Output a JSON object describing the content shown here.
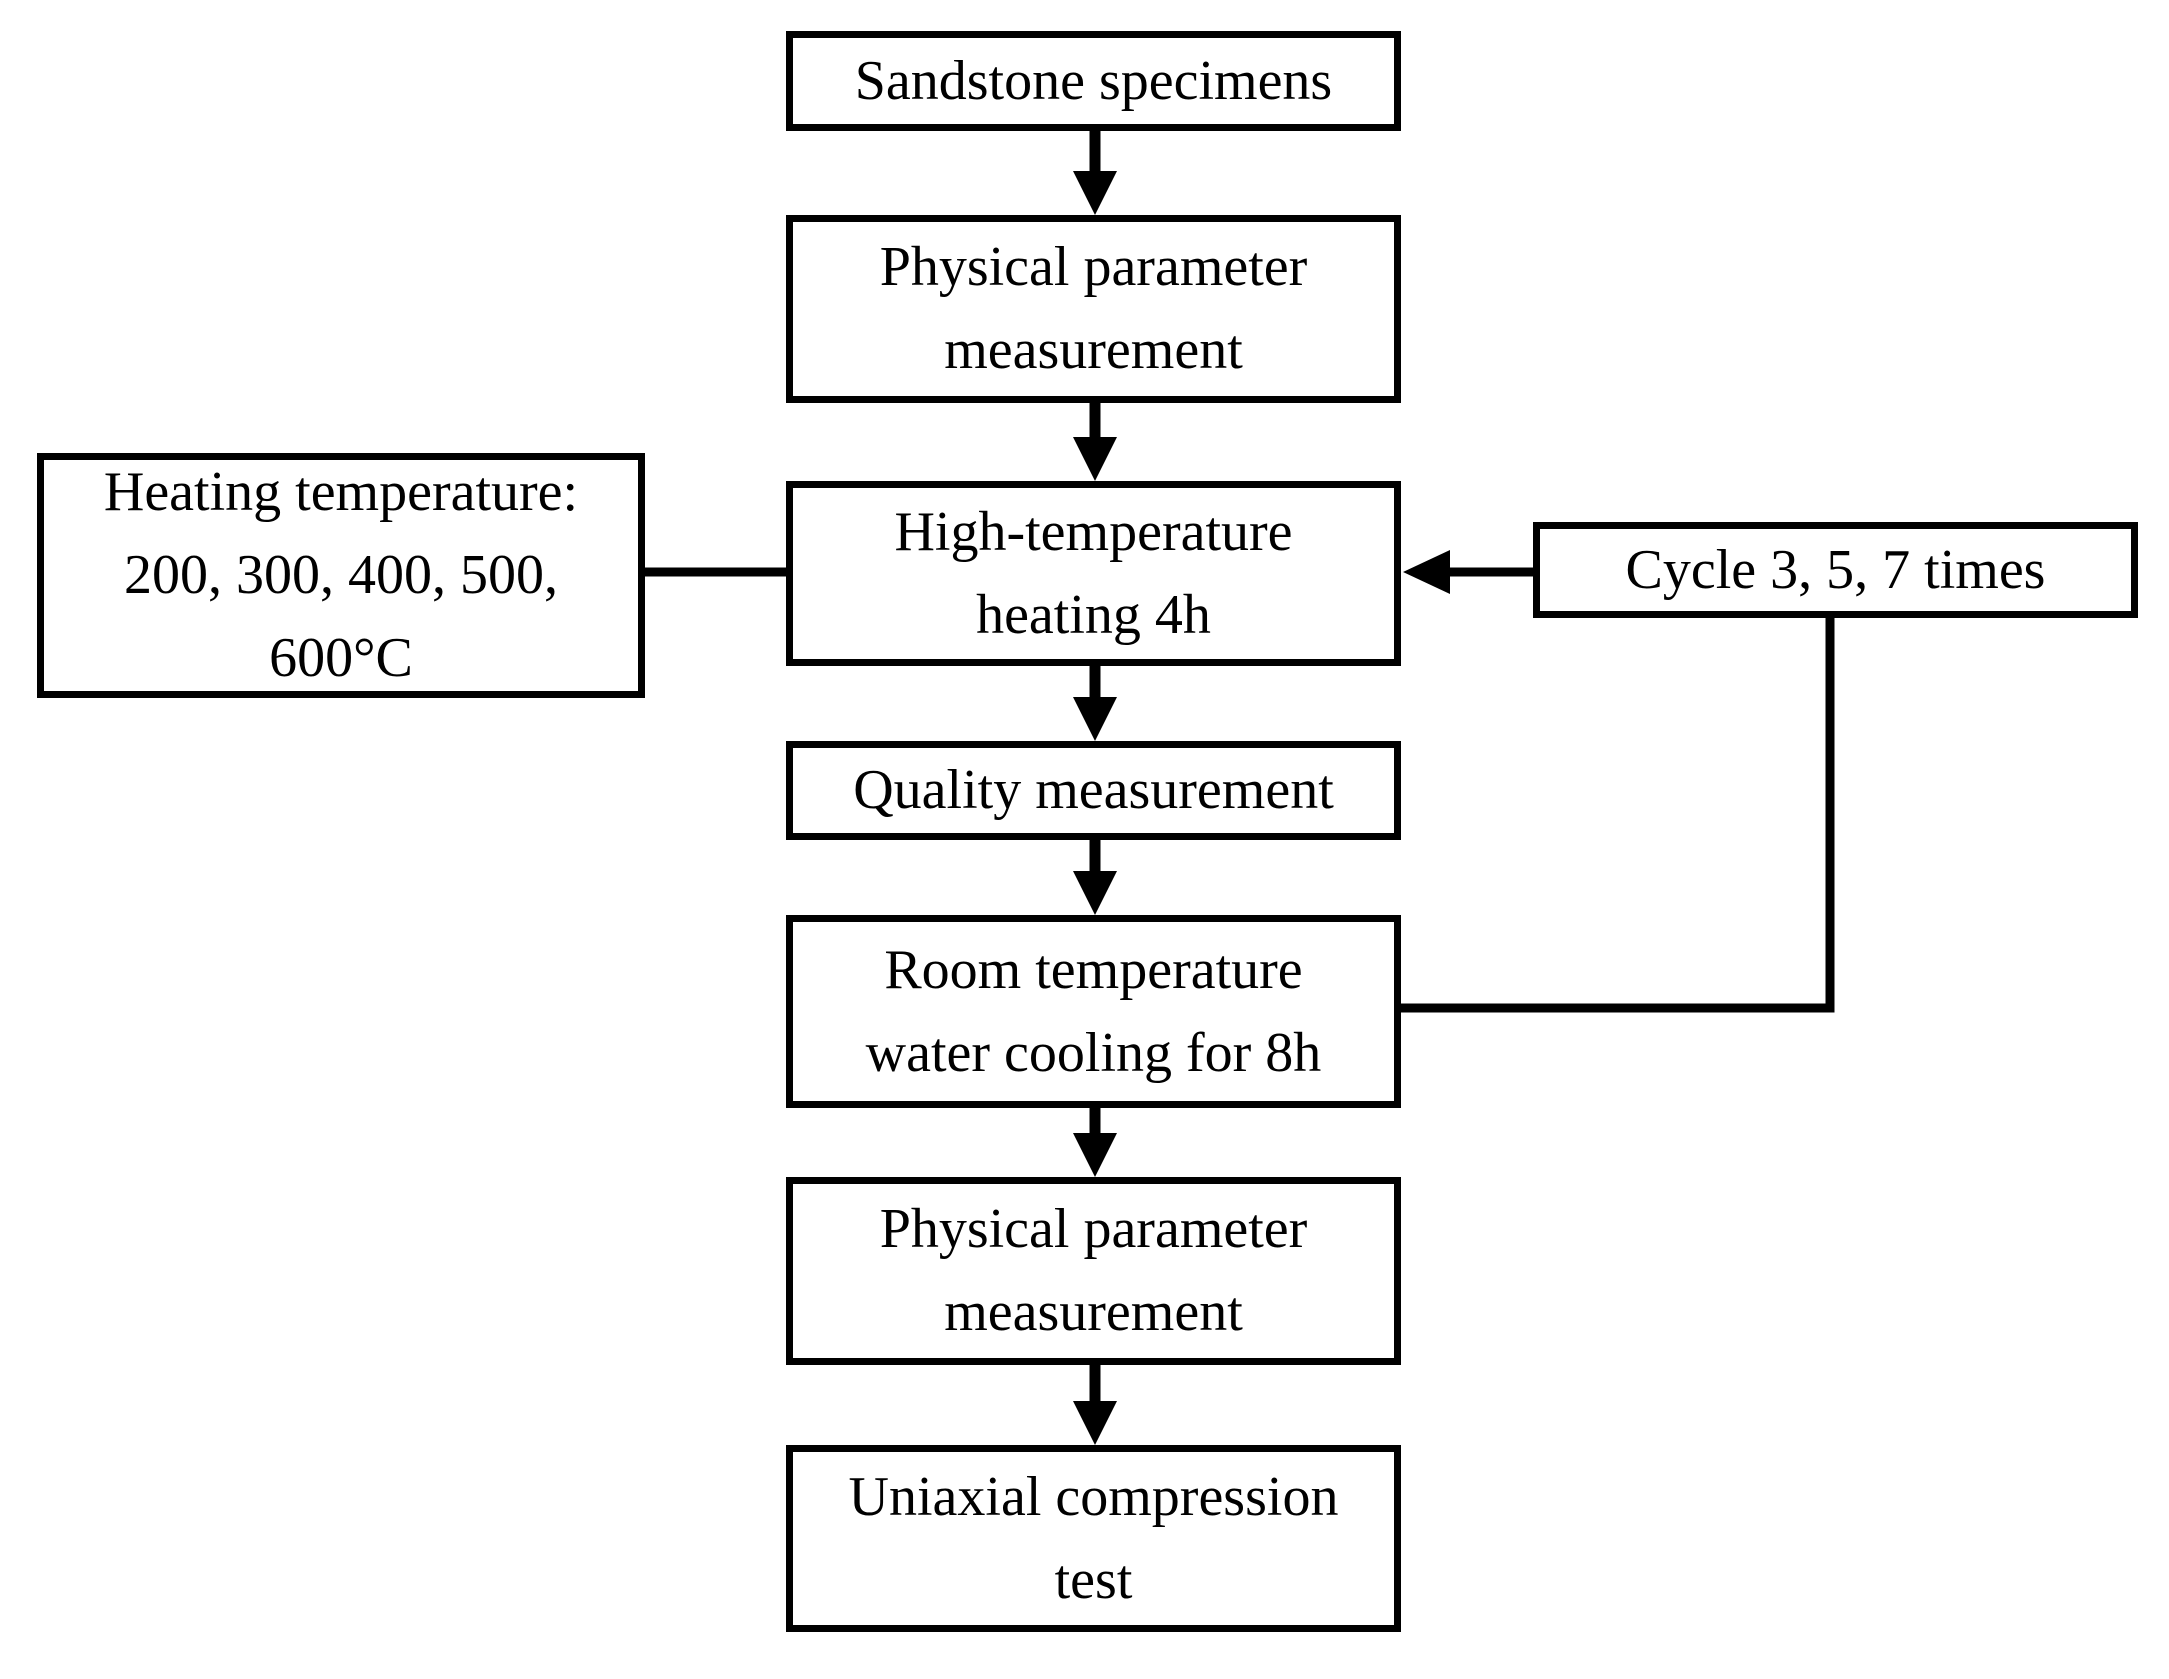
{
  "diagram": {
    "type": "flowchart",
    "background_color": "#ffffff",
    "line_color": "#000000",
    "box_fill_color": "#ffffff",
    "nodes": {
      "sandstone": {
        "label": [
          "Sandstone specimens"
        ]
      },
      "physical_before": {
        "label": [
          "Physical parameter",
          "measurement"
        ]
      },
      "heating_temperature": {
        "label": [
          "Heating temperature:",
          "200, 300, 400, 500,",
          "600°C"
        ]
      },
      "heating": {
        "label": [
          "High-temperature",
          "heating 4h"
        ]
      },
      "cycle": {
        "label": [
          "Cycle 3, 5, 7 times"
        ]
      },
      "quality": {
        "label": [
          "Quality measurement"
        ]
      },
      "cooling": {
        "label": [
          "Room temperature",
          "water cooling for 8h"
        ]
      },
      "physical_after": {
        "label": [
          "Physical parameter",
          "measurement"
        ]
      },
      "uniaxial": {
        "label": [
          "Uniaxial compression",
          "test"
        ]
      }
    },
    "edges": [
      {
        "from": "sandstone",
        "to": "physical_before",
        "style": "arrow-down"
      },
      {
        "from": "physical_before",
        "to": "heating",
        "style": "arrow-down"
      },
      {
        "from": "heating_temperature",
        "to": "heating",
        "style": "plain-line"
      },
      {
        "from": "cycle",
        "to": "heating",
        "style": "arrow-left"
      },
      {
        "from": "heating",
        "to": "quality",
        "style": "arrow-down"
      },
      {
        "from": "quality",
        "to": "cooling",
        "style": "arrow-down"
      },
      {
        "from": "cooling",
        "to": "cycle",
        "style": "plain-elbow-line"
      },
      {
        "from": "cooling",
        "to": "physical_after",
        "style": "arrow-down"
      },
      {
        "from": "physical_after",
        "to": "uniaxial",
        "style": "arrow-down"
      }
    ]
  }
}
